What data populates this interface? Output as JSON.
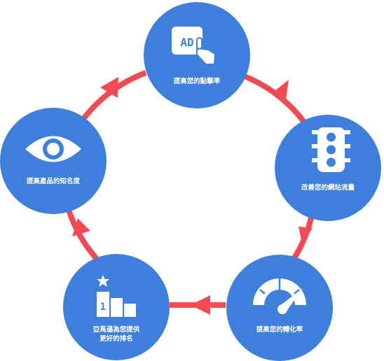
{
  "colors": {
    "node_fill": "#3F7FDC",
    "arrow": "#F14A52",
    "icon": "#ffffff"
  },
  "nodes": [
    {
      "id": "click-rate",
      "label": "提高您的點擊率",
      "icon": "ad-click-icon",
      "icon_text": "AD"
    },
    {
      "id": "traffic",
      "label": "改善您的網站流量",
      "icon": "traffic-light-icon"
    },
    {
      "id": "conversion",
      "label": "提高您的轉化率",
      "icon": "speedometer-icon"
    },
    {
      "id": "ranking",
      "label_lines": [
        "亞馬遜為您提供",
        "更好的排名"
      ],
      "icon": "podium-icon",
      "icon_text": "1"
    },
    {
      "id": "awareness",
      "label": "提高產品的知名度",
      "icon": "eye-icon"
    }
  ]
}
